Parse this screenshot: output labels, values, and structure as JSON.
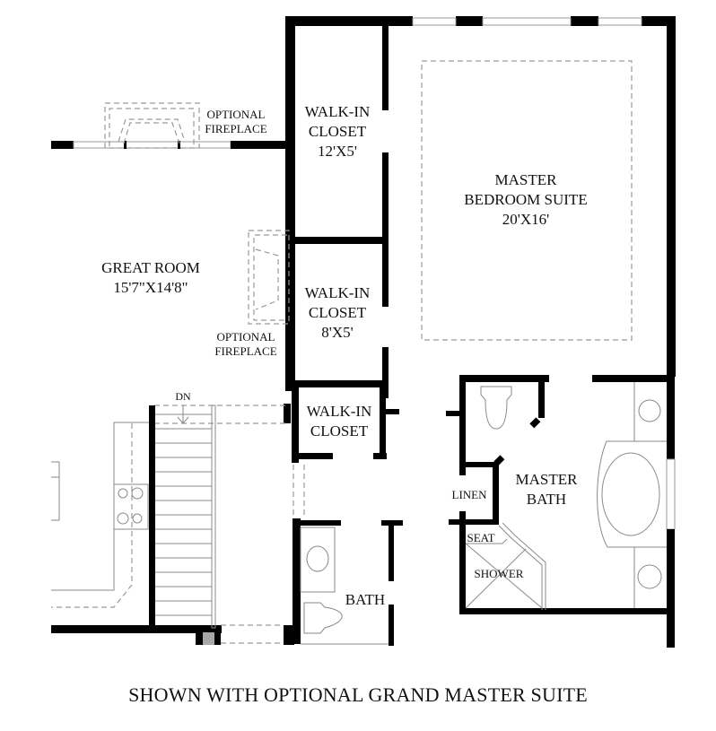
{
  "plan": {
    "caption": "SHOWN WITH OPTIONAL GRAND MASTER SUITE",
    "colors": {
      "wall": "#000000",
      "fixture_line": "#8a8a8a",
      "dashed_line": "#9a9a9a",
      "background": "#ffffff"
    },
    "rooms": {
      "great_room": {
        "name": "GREAT ROOM",
        "size": "15'7\"X14'8\""
      },
      "walk_in_closet_1": {
        "name_line1": "WALK-IN",
        "name_line2": "CLOSET",
        "size": "12'X5'"
      },
      "walk_in_closet_2": {
        "name_line1": "WALK-IN",
        "name_line2": "CLOSET",
        "size": "8'X5'"
      },
      "walk_in_closet_3": {
        "name_line1": "WALK-IN",
        "name_line2": "CLOSET"
      },
      "master_bedroom": {
        "name_line1": "MASTER",
        "name_line2": "BEDROOM SUITE",
        "size": "20'X16'"
      },
      "master_bath": {
        "name_line1": "MASTER",
        "name_line2": "BATH"
      },
      "bath": {
        "name": "BATH"
      },
      "linen": {
        "name": "LINEN"
      },
      "seat": {
        "name": "SEAT"
      },
      "shower": {
        "name": "SHOWER"
      }
    },
    "annotations": {
      "fireplace_top": {
        "line1": "OPTIONAL",
        "line2": "FIREPLACE"
      },
      "fireplace_side": {
        "line1": "OPTIONAL",
        "line2": "FIREPLACE"
      },
      "stairs": "DN"
    }
  }
}
